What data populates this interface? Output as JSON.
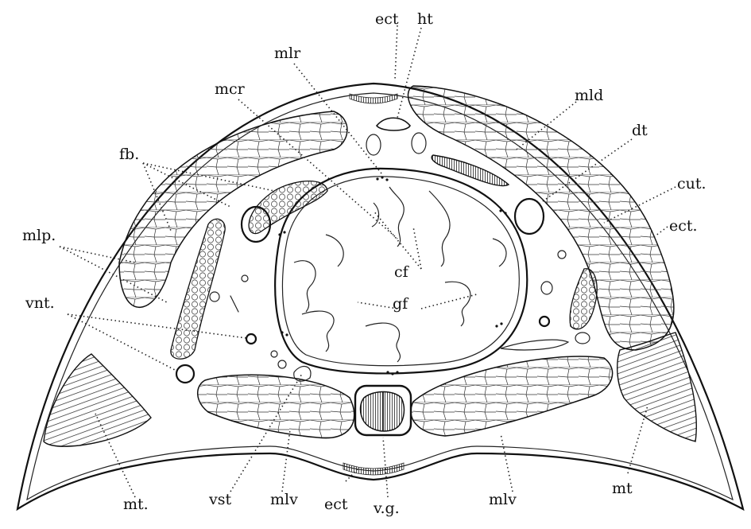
{
  "labels": {
    "ect_top": "ect",
    "ht": "ht",
    "mlr": "mlr",
    "mcr": "mcr",
    "mld": "mld",
    "dt": "dt",
    "fb": "fb.",
    "cut": "cut.",
    "ect_right": "ect.",
    "mlp": "mlp.",
    "cf": "cf",
    "gf": "gf",
    "vnt": "vnt.",
    "mt_left": "mt.",
    "vst": "vst",
    "mlv_left": "mlv",
    "ect_bottom": "ect",
    "vg": "v.g.",
    "mlv_right": "mlv",
    "mt_right": "mt"
  }
}
